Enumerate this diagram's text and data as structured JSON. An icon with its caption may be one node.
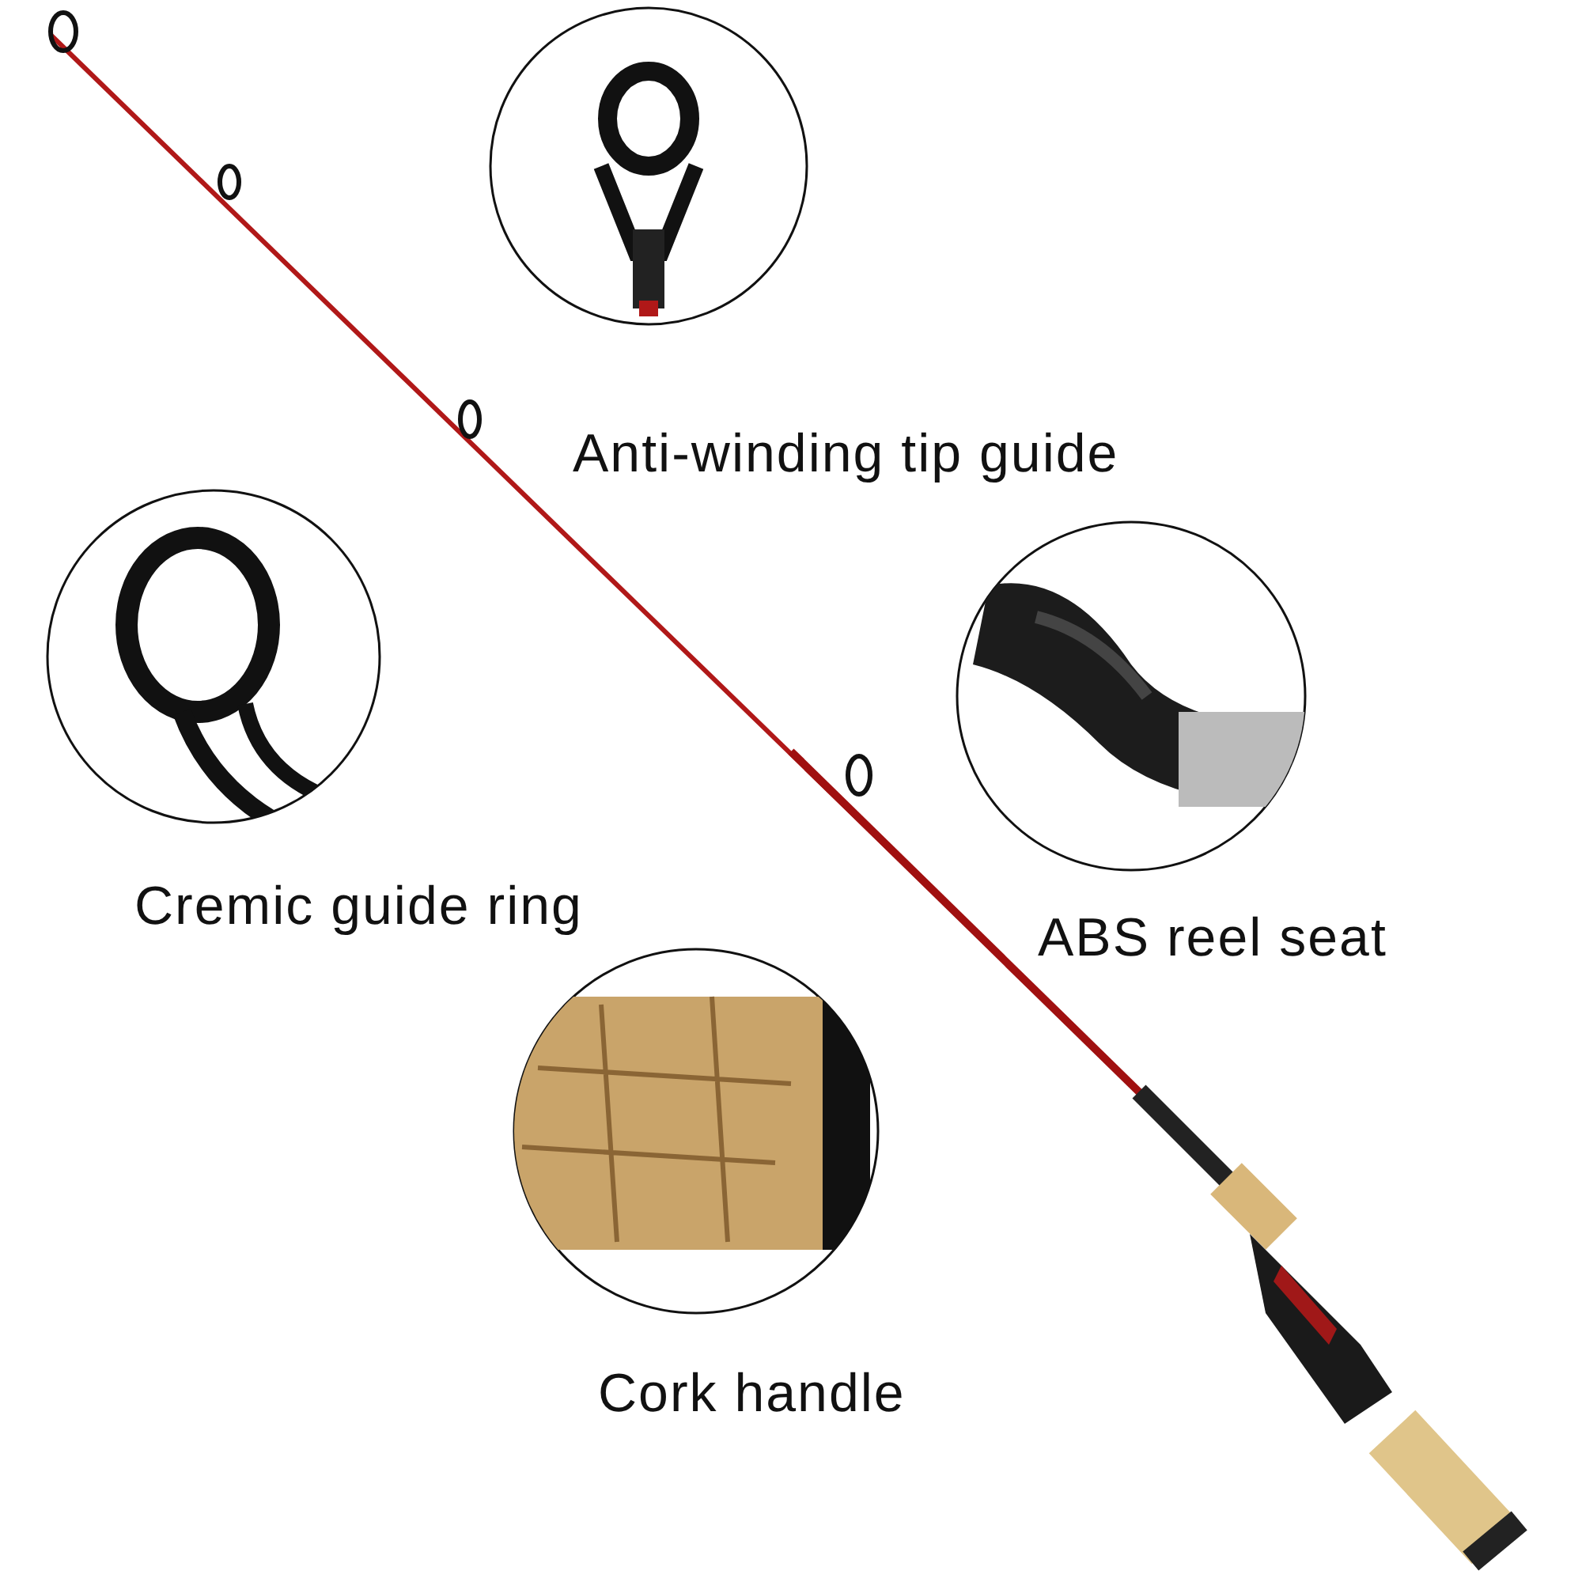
{
  "diagram": {
    "nodes": [
      {
        "text": [
          "Anti-winding tip guide"
        ]
      },
      {
        "text": [
          "Cremic guide ring"
        ]
      },
      {
        "text": [
          "ABS reel seat"
        ]
      },
      {
        "text": [
          "Cork handle"
        ]
      }
    ]
  }
}
